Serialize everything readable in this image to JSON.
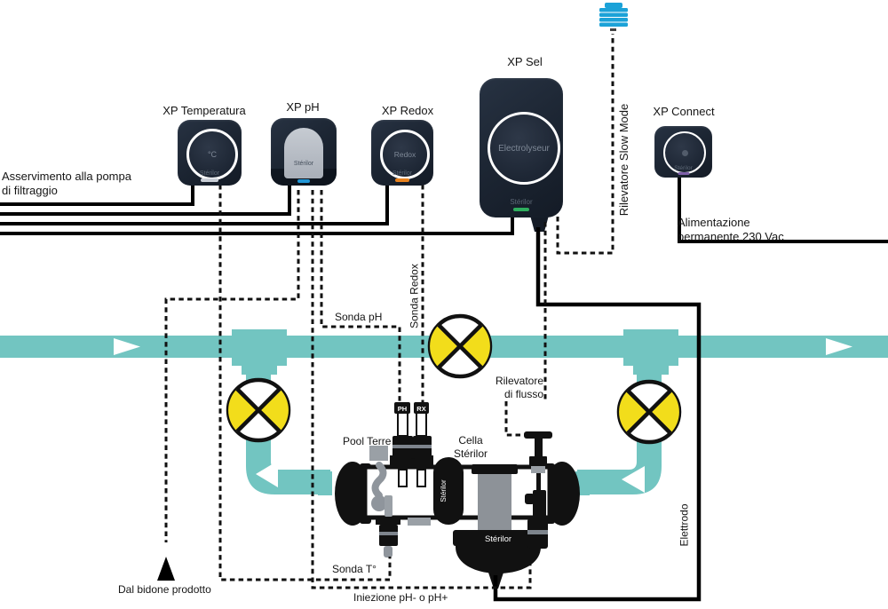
{
  "devices": {
    "xp_temperatura": {
      "label": "XP Temperatura",
      "screen": "°C",
      "brand": "Stérilor"
    },
    "xp_ph": {
      "label": "XP pH",
      "brand": "Stérilor"
    },
    "xp_redox": {
      "label": "XP Redox",
      "screen": "Redox",
      "brand": "Stérilor"
    },
    "xp_sel": {
      "label": "XP Sel",
      "screen": "Electrolyseur",
      "brand": "Stérilor"
    },
    "xp_connect": {
      "label": "XP Connect",
      "brand": "Stérilor"
    }
  },
  "annotations": {
    "asservimento_line1": "Asservimento alla pompa",
    "asservimento_line2": "di filtraggio",
    "alimentazione_line1": "Alimentazione",
    "alimentazione_line2": "permanente 230 Vac",
    "rilevatore_slow_mode": "Rilevatore Slow Mode",
    "sonda_ph": "Sonda pH",
    "sonda_redox": "Sonda Redox",
    "rilevatore_flusso_line1": "Rilevatore",
    "rilevatore_flusso_line2": "di flusso",
    "pool_terre": "Pool Terre",
    "cella_sterilor_line1": "Cella",
    "cella_sterilor_line2": "Stérilor",
    "sonda_t": "Sonda T°",
    "dal_bidone": "Dal bidone prodotto",
    "iniezione": "Iniezione pH- o pH+",
    "elettrodo": "Elettrodo"
  },
  "cell": {
    "probe_ph_cap": "PH",
    "probe_rx_cap": "RX",
    "divider_text": "Stérilor",
    "band_text": "Stérilor"
  },
  "colors": {
    "pipe_teal": "#72c5c1",
    "valve_yellow": "#f2dd1b",
    "slow_mode_cyan": "#1ba2d8",
    "device_navy": "#1b2431",
    "accent_temperatura": "#c9ced6",
    "accent_ph": "#2196d6",
    "accent_redox": "#e8821e",
    "accent_sel": "#2fae5e",
    "accent_connect": "#7d5fa8"
  }
}
